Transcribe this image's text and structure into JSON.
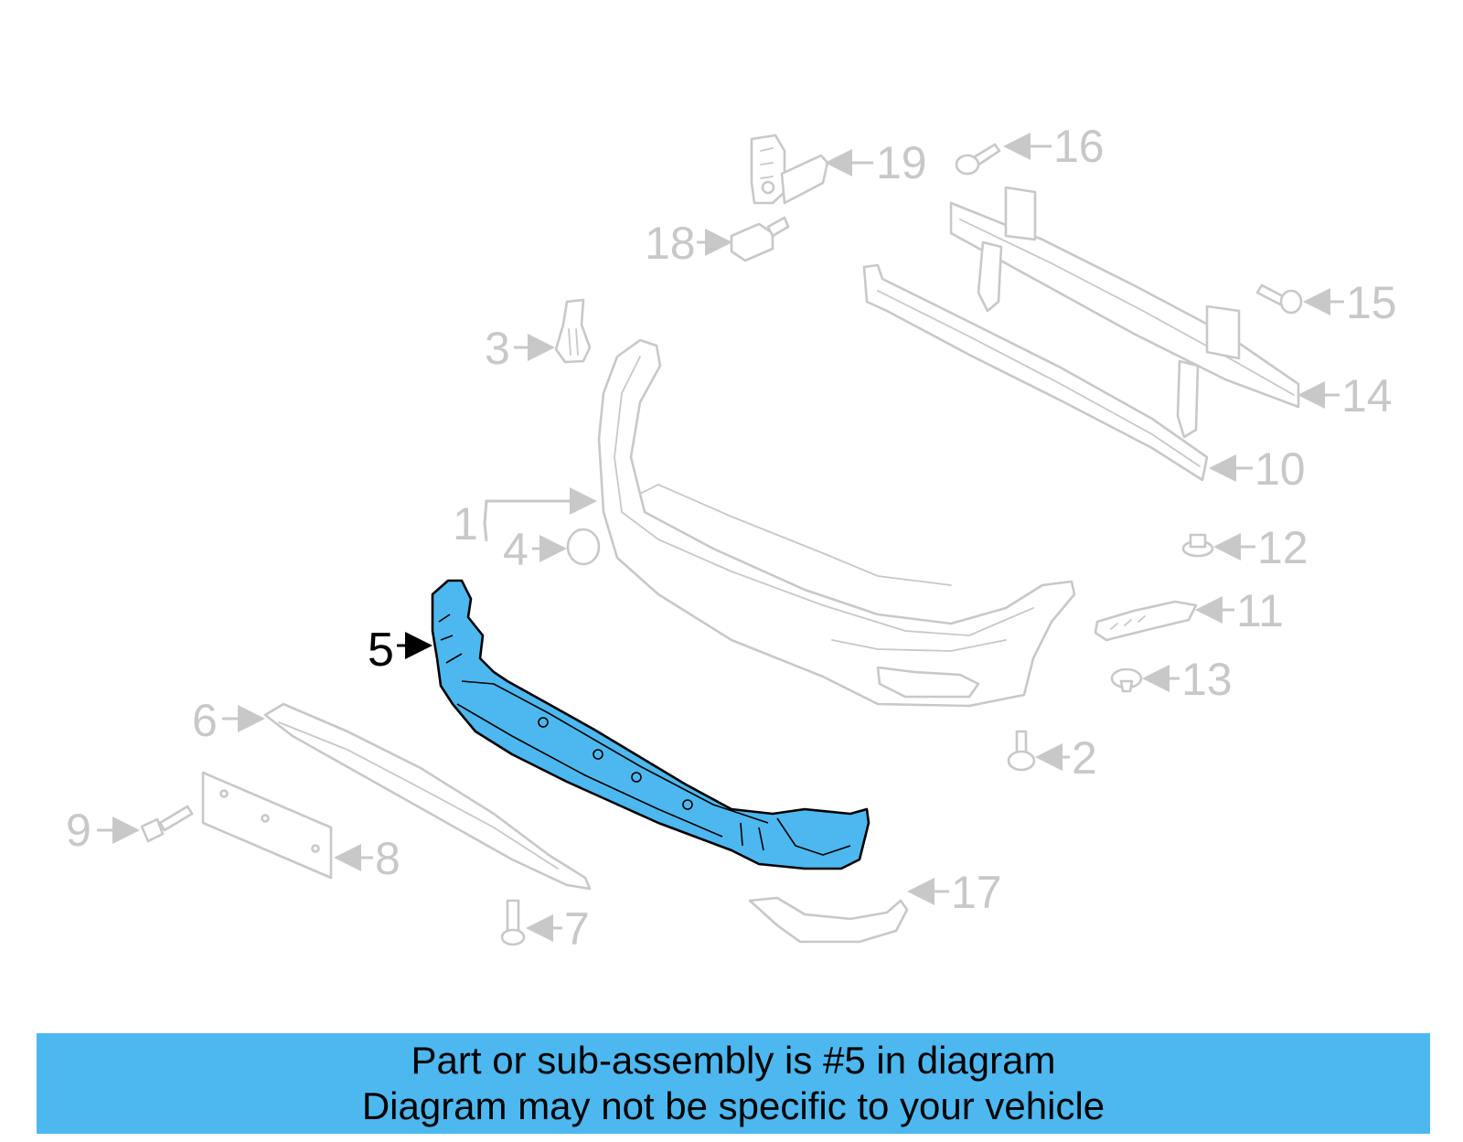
{
  "diagram": {
    "highlighted_part": "5",
    "callouts": [
      "1",
      "2",
      "3",
      "4",
      "5",
      "6",
      "7",
      "8",
      "9",
      "10",
      "11",
      "12",
      "13",
      "14",
      "15",
      "16",
      "17",
      "18",
      "19"
    ],
    "highlight_color": "#4db8ef",
    "ghost_color": "#c8c8c8"
  },
  "banner": {
    "line1": "Part or sub-assembly is #5 in diagram",
    "line2": "Diagram may not be specific to your vehicle",
    "background": "#4db8ef"
  }
}
